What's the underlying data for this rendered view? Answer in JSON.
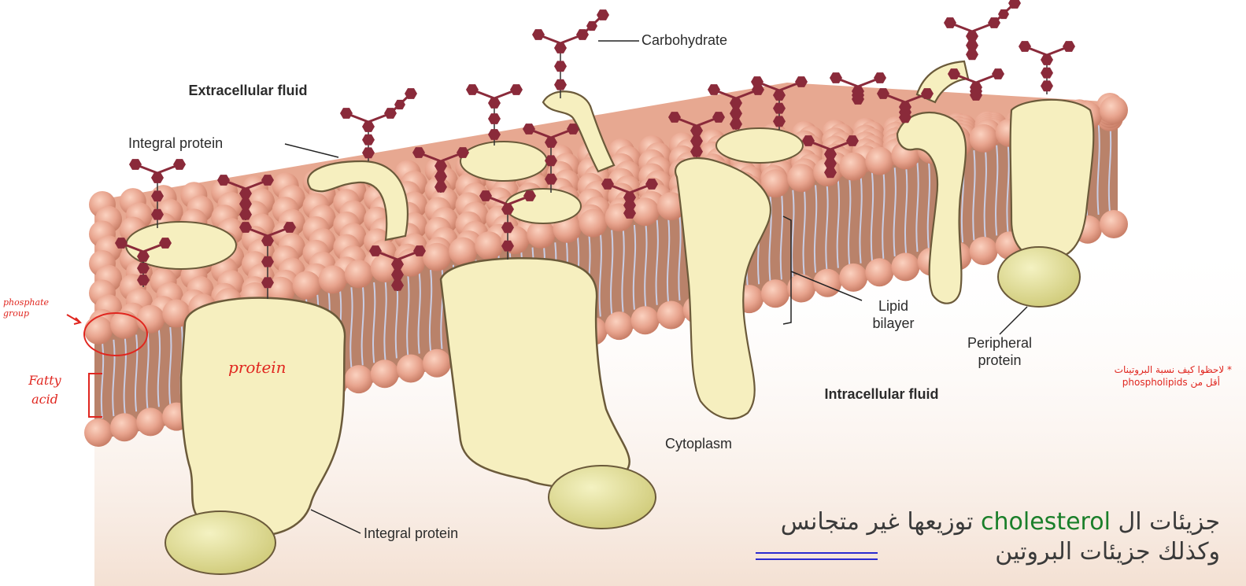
{
  "labels": {
    "carbohydrate": "Carbohydrate",
    "extracellular_fluid": "Extracellular fluid",
    "integral_protein_top": "Integral protein",
    "integral_protein_bottom": "Integral protein",
    "lipid_bilayer": "Lipid bilayer",
    "peripheral_protein": "Peripheral protein",
    "intracellular_fluid": "Intracellular fluid",
    "cytoplasm": "Cytoplasm"
  },
  "annotations": {
    "phosphate_group": "phosphate group",
    "fatty_acid": "Fatty acid",
    "protein": "protein",
    "red_note_line1": "* لاحظوا كيف نسبة البروتينات",
    "red_note_line2": "أقل من phospholipids",
    "arabic_line1_a": "جزيئات ال ",
    "arabic_line1_hl": "cholesterol",
    "arabic_line1_b": " توزيعها غير متجانس",
    "arabic_line2": "وكذلك جزيئات البروتين"
  },
  "colors": {
    "head": "#e8a48e",
    "head_dark": "#c97f68",
    "protein": "#f6efbf",
    "protein_outline": "#6b5a3a",
    "protein_globe": "#e4e09a",
    "carbohydrate": "#8a2a3a",
    "tails_bg": "#b9826a",
    "annotation_red": "#e0261f",
    "arabic_green": "#1a7f2a",
    "underline_blue": "#2a2ad0"
  }
}
